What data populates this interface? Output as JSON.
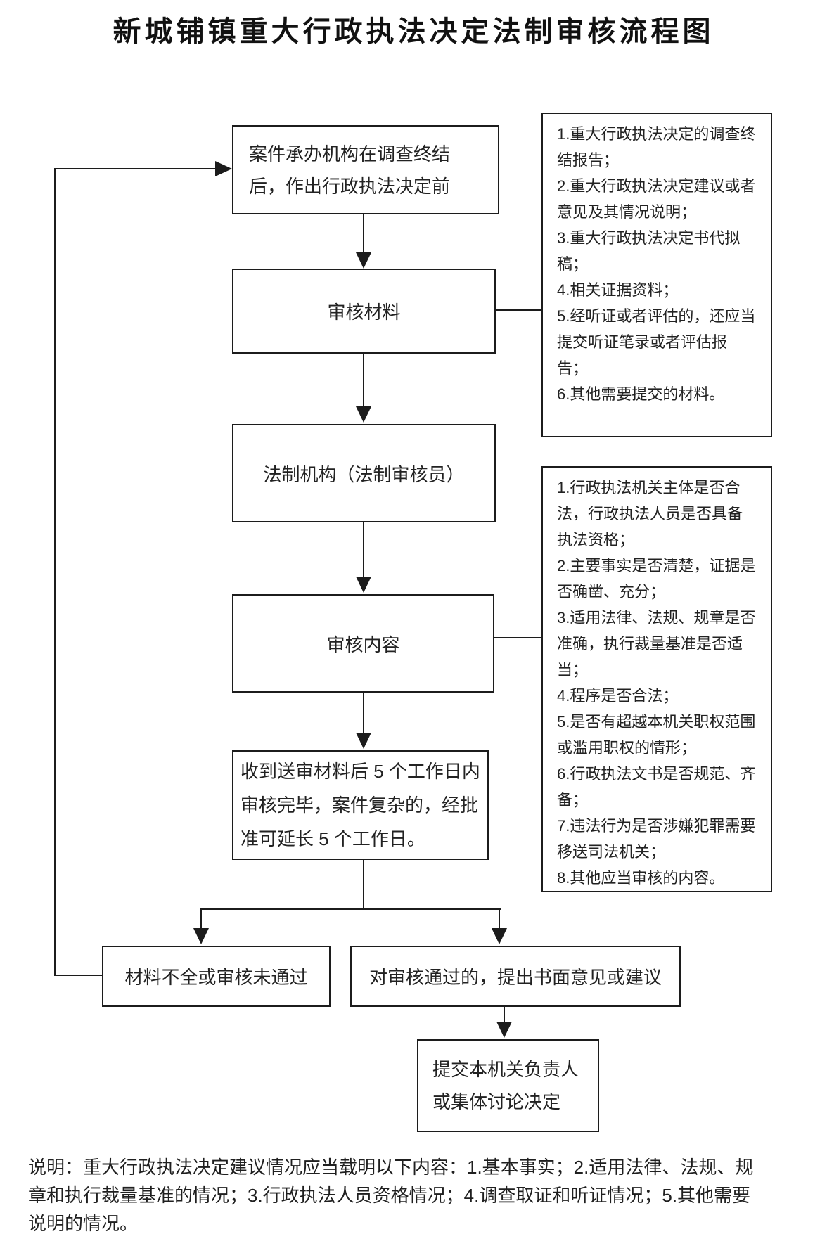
{
  "title": "新城铺镇重大行政执法决定法制审核流程图",
  "flow": {
    "start": "案件承办机构在调查终结后，作出行政执法决定前",
    "review_materials": "审核材料",
    "legal_body": "法制机构（法制审核员）",
    "review_content": "审核内容",
    "deadline": "收到送审材料后 5 个工作日内审核完毕，案件复杂的，经批准可延长 5 个工作日。",
    "fail": "材料不全或审核未通过",
    "pass": "对审核通过的，提出书面意见或建议",
    "submit": "提交本机关负责人或集体讨论决定"
  },
  "materials_list": {
    "items": [
      "1.重大行政执法决定的调查终结报告；",
      "2.重大行政执法决定建议或者意见及其情况说明；",
      "3.重大行政执法决定书代拟稿；",
      "4.相关证据资料；",
      "5.经听证或者评估的，还应当提交听证笔录或者评估报告；",
      "6.其他需要提交的材料。"
    ]
  },
  "content_list": {
    "items": [
      "1.行政执法机关主体是否合法，行政执法人员是否具备执法资格；",
      "2.主要事实是否清楚，证据是否确凿、充分；",
      "3.适用法律、法规、规章是否准确，执行裁量基准是否适当；",
      "4.程序是否合法；",
      "5.是否有超越本机关职权范围或滥用职权的情形；",
      "6.行政执法文书是否规范、齐备；",
      "7.违法行为是否涉嫌犯罪需要移送司法机关；",
      "8.其他应当审核的内容。"
    ]
  },
  "note": "说明：重大行政执法决定建议情况应当载明以下内容：1.基本事实；2.适用法律、法规、规章和执行裁量基准的情况；3.行政执法人员资格情况；4.调查取证和听证情况；5.其他需要说明的情况。",
  "colors": {
    "line": "#1c1c1c",
    "text": "#222222",
    "background": "#ffffff"
  }
}
